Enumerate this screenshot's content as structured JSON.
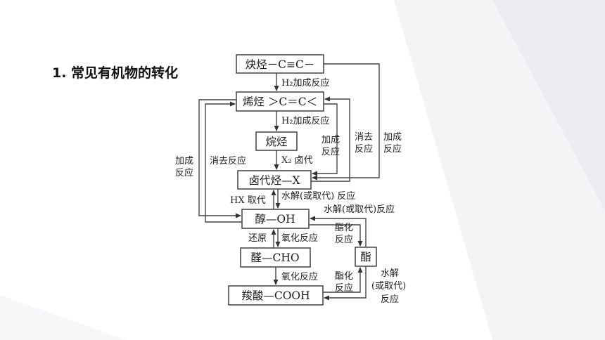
{
  "heading": "1. 常见有机物的转化",
  "nodes": {
    "alkyne": "炔烃－C≡C－",
    "alkene": "烯烃 ＞C＝C＜",
    "alkane": "烷烃",
    "halide": "卤代烃—X",
    "alcohol": "醇—OH",
    "ester": "酯",
    "aldehyde": "醛—CHO",
    "acid": "羧酸—COOH"
  },
  "labels": {
    "h2_add_1": "H₂加成反应",
    "h2_add_2": "H₂加成反应",
    "x2_sub": "X₂ 卤代",
    "add_a1": "加成",
    "add_a2": "反应",
    "elim_a1": "消去",
    "elim_a2": "反应",
    "add_b1": "加成",
    "add_b2": "反应",
    "add_left1": "加成",
    "add_left2": "反应",
    "elim_left": "消去反应",
    "hx_sub": "HX 取代",
    "hydrolysis_1": "水解(或取代) 反应",
    "hydrolysis_2": "水解(或取代)反应",
    "reduction": "还原",
    "oxidation_1": "氧化反应",
    "oxidation_2": "氧化反应",
    "ester_a1": "酯化",
    "ester_a2": "反应",
    "ester_b1": "酯化",
    "ester_b2": "反应",
    "hyd3_1": "水解",
    "hyd3_2": "(或取代)",
    "hyd3_3": "反应"
  }
}
